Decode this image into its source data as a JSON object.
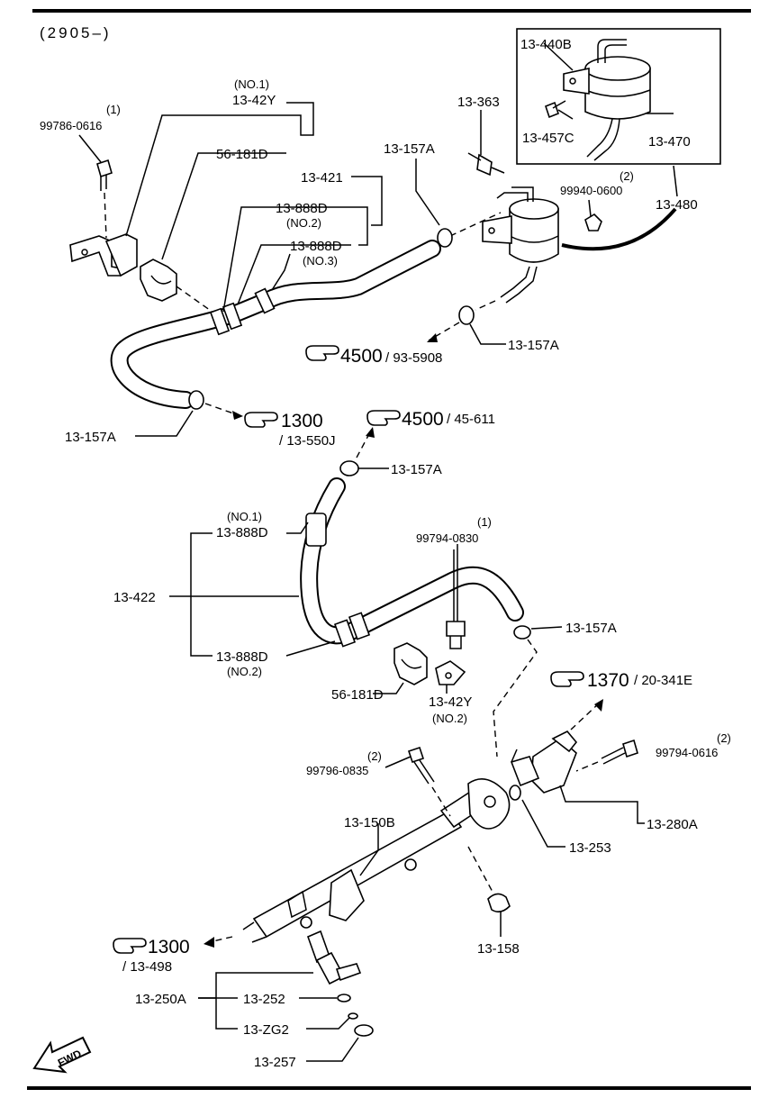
{
  "header": {
    "code": "(2905–)"
  },
  "parts": {
    "p13_440B": "13-440B",
    "p13_457C": "13-457C",
    "p13_470": "13-470",
    "p13_480": "13-480",
    "p13_363": "13-363",
    "p99940_0600": "99940-0600",
    "p99940_0600_qty": "(2)",
    "p99786_0616": "99786-0616",
    "p99786_0616_qty": "(1)",
    "p13_42Y_no1_tag": "(NO.1)",
    "p13_42Y_top": "13-42Y",
    "p56_181D_top": "56-181D",
    "p13_421": "13-421",
    "p13_888D_a": "13-888D",
    "p13_888D_a_tag": "(NO.2)",
    "p13_888D_b": "13-888D",
    "p13_888D_b_tag": "(NO.3)",
    "p13_157A_a": "13-157A",
    "p13_157A_b": "13-157A",
    "p13_157A_c": "13-157A",
    "p13_157A_d": "13-157A",
    "p13_157A_e": "13-157A",
    "p13_888D_c_tag": "(NO.1)",
    "p13_888D_c": "13-888D",
    "p13_422": "13-422",
    "p13_888D_d": "13-888D",
    "p13_888D_d_tag": "(NO.2)",
    "p99794_0830_qty": "(1)",
    "p99794_0830": "99794-0830",
    "p56_181D_bot": "56-181D",
    "p13_42Y_bot": "13-42Y",
    "p13_42Y_no2_tag": "(NO.2)",
    "p99794_0616_qty": "(2)",
    "p99794_0616": "99794-0616",
    "p99796_0835_qty": "(2)",
    "p99796_0835": "99796-0835",
    "p13_150B": "13-150B",
    "p13_280A": "13-280A",
    "p13_253": "13-253",
    "p13_158": "13-158",
    "p13_250A": "13-250A",
    "p13_252": "13-252",
    "p13_ZG2": "13-ZG2",
    "p13_257": "13-257"
  },
  "refs": {
    "r4500a_main": "4500",
    "r4500a_sub": "/ 93-5908",
    "r1300a_main": "1300",
    "r1300a_sub": "/ 13-550J",
    "r4500b_main": "4500",
    "r4500b_sub": "/ 45-611",
    "r1370_main": "1370",
    "r1370_sub": "/ 20-341E",
    "r1300b_main": "1300",
    "r1300b_sub": "/ 13-498"
  },
  "fwd_label": "FWD"
}
